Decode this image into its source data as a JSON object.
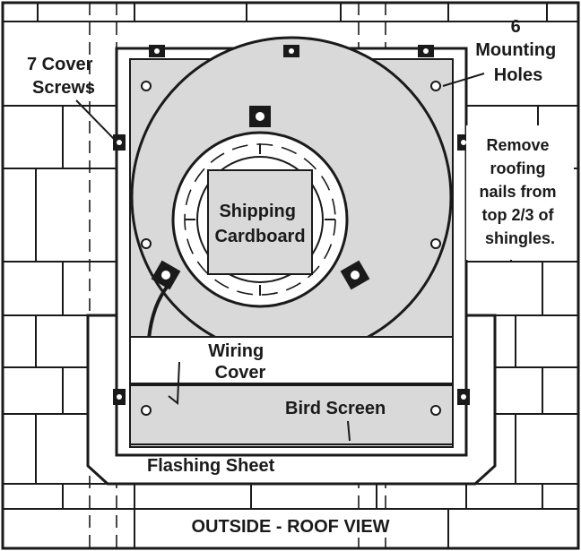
{
  "diagram": {
    "view_label": "OUTSIDE - ROOF VIEW",
    "labels": {
      "cover_screws": [
        "7 Cover",
        "Screws"
      ],
      "mounting_holes": [
        "6",
        "Mounting",
        "Holes"
      ],
      "remove_nails": [
        "Remove",
        "roofing",
        "nails from",
        "top 2/3 of",
        "shingles."
      ],
      "shipping_cardboard": [
        "Shipping",
        "Cardboard"
      ],
      "wiring_cover": [
        "Wiring",
        "Cover"
      ],
      "bird_screen": "Bird Screen",
      "flashing_sheet": "Flashing Sheet"
    },
    "colors": {
      "line": "#1a1a1a",
      "panel_fill": "#d9d9d9",
      "shingle_fill": "#ffffff",
      "background": "#ffffff"
    }
  }
}
